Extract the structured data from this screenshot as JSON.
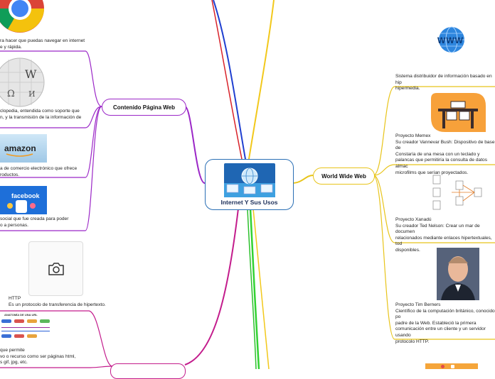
{
  "central": {
    "title": "Internet Y Sus Usos"
  },
  "left_branch": {
    "title": "Contenido Página Web",
    "color": "#9b27c7",
    "items": [
      {
        "name": "chrome",
        "text": "ra hacer que puedas navegar en internet\ne y rápida."
      },
      {
        "name": "wikipedia",
        "text": "clopedia, entendida como soporte que\nn, y la transmisión de la información de"
      },
      {
        "name": "amazon",
        "text": "a de comercio electrónico que ofrece\nroductos.",
        "logo": "amazon"
      },
      {
        "name": "facebook",
        "text": "social que fue creada para poder\no a personas.",
        "logo": "facebook"
      }
    ]
  },
  "http": {
    "text": "HTTP\nEs un protocolo de transferencia de hipertexto."
  },
  "lower_left": {
    "color": "#c31c8c",
    "text": "que permite\nvo o recurso como ser páginas html,\ns gif, jpg, etc.",
    "mini_title": "ANATOMÍA DE UNA URL"
  },
  "right_branch": {
    "title": "World Wide Web",
    "color": "#e8c41a",
    "items": [
      {
        "name": "www",
        "text": "Sistema distribuidor de información basado en hip\nhipermedia.",
        "logo": "WWW"
      },
      {
        "name": "memex",
        "text": "Proyecto Memex\nSu creador Vannevar Bush: Dispositivo de base de\nConstaría de una mesa con un teclado y\npalancas que permitiría la consulta de datos almac\nmicrofilms que serían proyectados."
      },
      {
        "name": "xanadu",
        "text": "Proyecto Xanadú\nSu creador Ted Nelson: Crear un mar de documen\nrelacionados mediante enlaces hipertextuales, tod\ndisponibles."
      },
      {
        "name": "berners",
        "text": "Proyecto Tim Berners\nCientífico de la computación británico, conocido po\npadre de la Web. Estableció la primera\ncomunicación entre un cliente y un servidor usando\nprotocolo HTTP."
      }
    ]
  },
  "colors": {
    "blue": "#1f3fd0",
    "yellow": "#f2c81b",
    "green": "#32d232",
    "purple": "#9b27c7",
    "magenta": "#c31c8c",
    "central_border": "#2a6fb5"
  }
}
